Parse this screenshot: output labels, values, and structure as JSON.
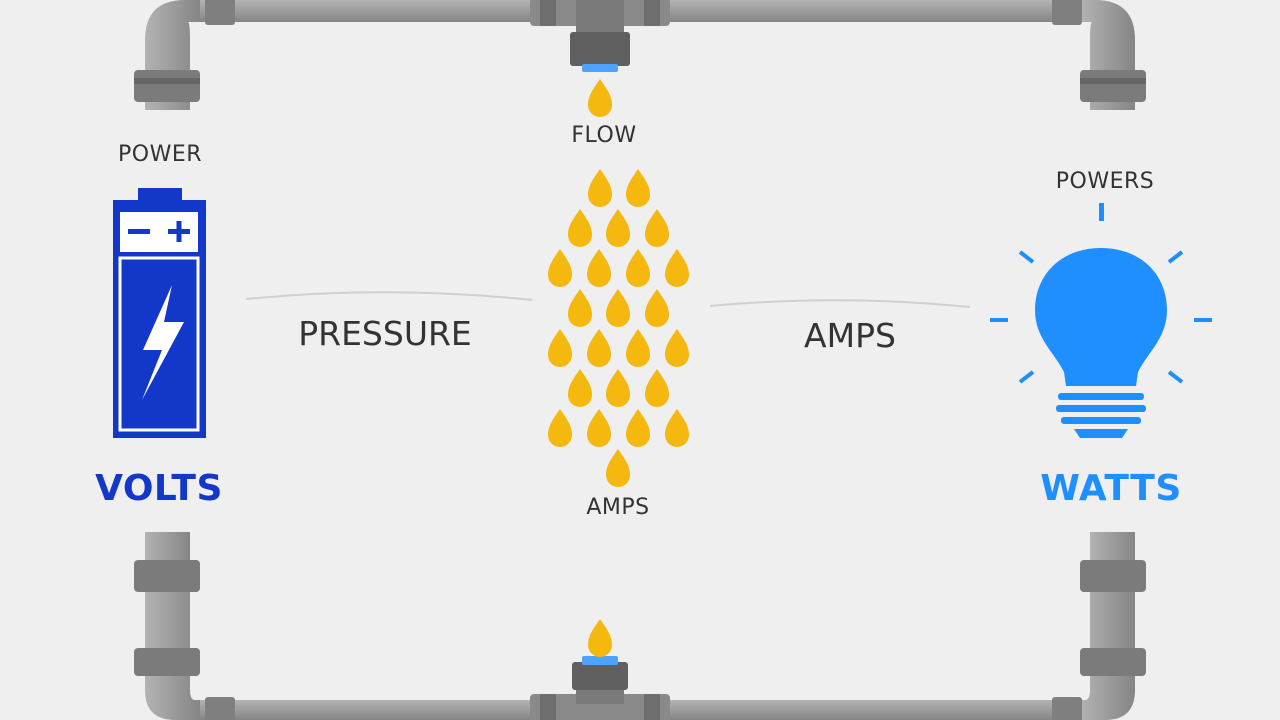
{
  "labels": {
    "power": "POWER",
    "volts": "VOLTS",
    "pressure": "PRESSURE",
    "flow": "FLOW",
    "amps_bottom": "AMPS",
    "amps_right": "AMPS",
    "powers": "POWERS",
    "watts": "WATTS"
  },
  "colors": {
    "battery": "#1237c9",
    "volts": "#1237c9",
    "bulb": "#1f8fff",
    "watts": "#1f8fff",
    "drops": "#f5b80f",
    "pipe": "#9a9a9a",
    "text": "#333333",
    "background": "#efefef"
  },
  "icons": [
    "battery-icon",
    "lightning-bolt-icon",
    "lightbulb-icon",
    "water-drop-icon",
    "pipe-valve-icon"
  ]
}
